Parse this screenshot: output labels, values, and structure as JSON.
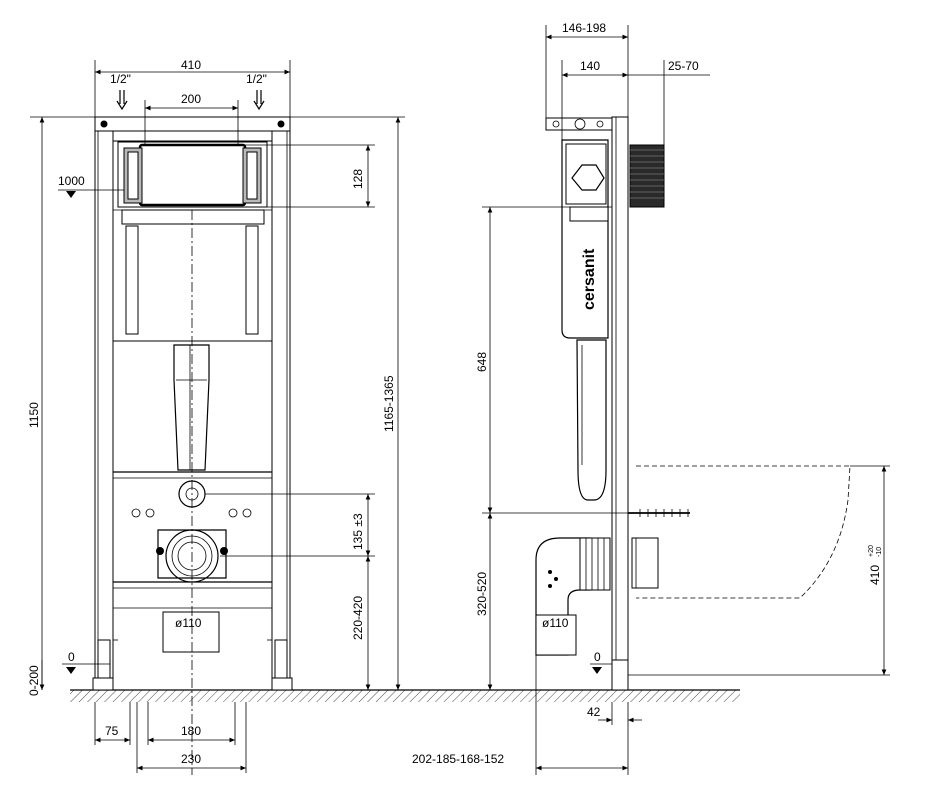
{
  "front_view": {
    "dim_top_width": "410",
    "dim_thread_left": "1/2\"",
    "dim_thread_right": "1/2\"",
    "dim_inner_width": "200",
    "dim_height_total": "1150",
    "dim_level_mark": "1000",
    "dim_button_height": "128",
    "dim_adjustable_height": "1165-1365",
    "dim_drain_offset": "135 ±3",
    "dim_drain_height": "220-420",
    "dim_pipe_diameter": "ø110",
    "dim_zero": "0",
    "dim_foot_range": "0-200",
    "dim_foot_offset": "75",
    "dim_bolt_spacing": "180",
    "dim_bottom_width": "230"
  },
  "side_view": {
    "dim_depth_range": "146-198",
    "dim_depth": "140",
    "dim_wall_range": "25-70",
    "dim_height_tank": "648",
    "dim_drain_height": "320-520",
    "dim_pipe_diameter": "ø110",
    "dim_zero": "0",
    "dim_wall_gap": "42",
    "dim_bottom_range": "202-185-168-152",
    "dim_bowl_height": "410",
    "dim_bowl_tol_plus": "+20",
    "dim_bowl_tol_minus": "-10",
    "brand": "cersanit"
  }
}
